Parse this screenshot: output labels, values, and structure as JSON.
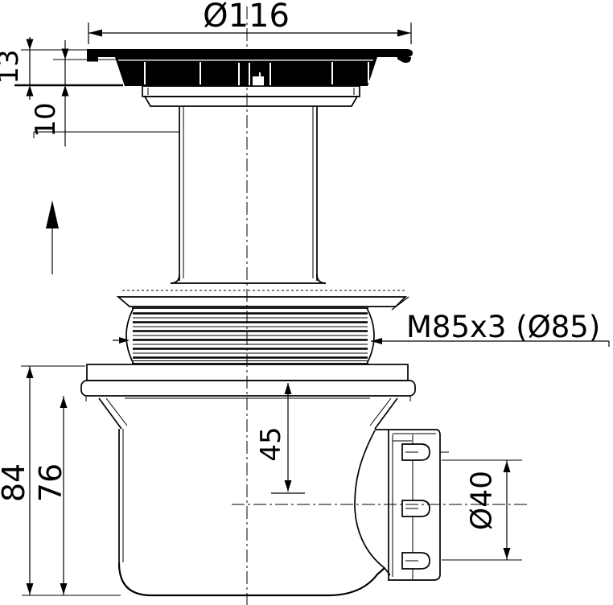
{
  "drawing": {
    "type": "technical-drawing-floor-drain-section",
    "background_color": "#ffffff",
    "line_color": "#000000",
    "labels": {
      "top_diameter": "Ø116",
      "grate_height": "13",
      "insertion_depth": "10",
      "thread_spec": "M85x3 (Ø85)",
      "seal_depth": "45",
      "overall_height": "84",
      "body_height": "76",
      "outlet_diameter": "Ø40"
    }
  }
}
